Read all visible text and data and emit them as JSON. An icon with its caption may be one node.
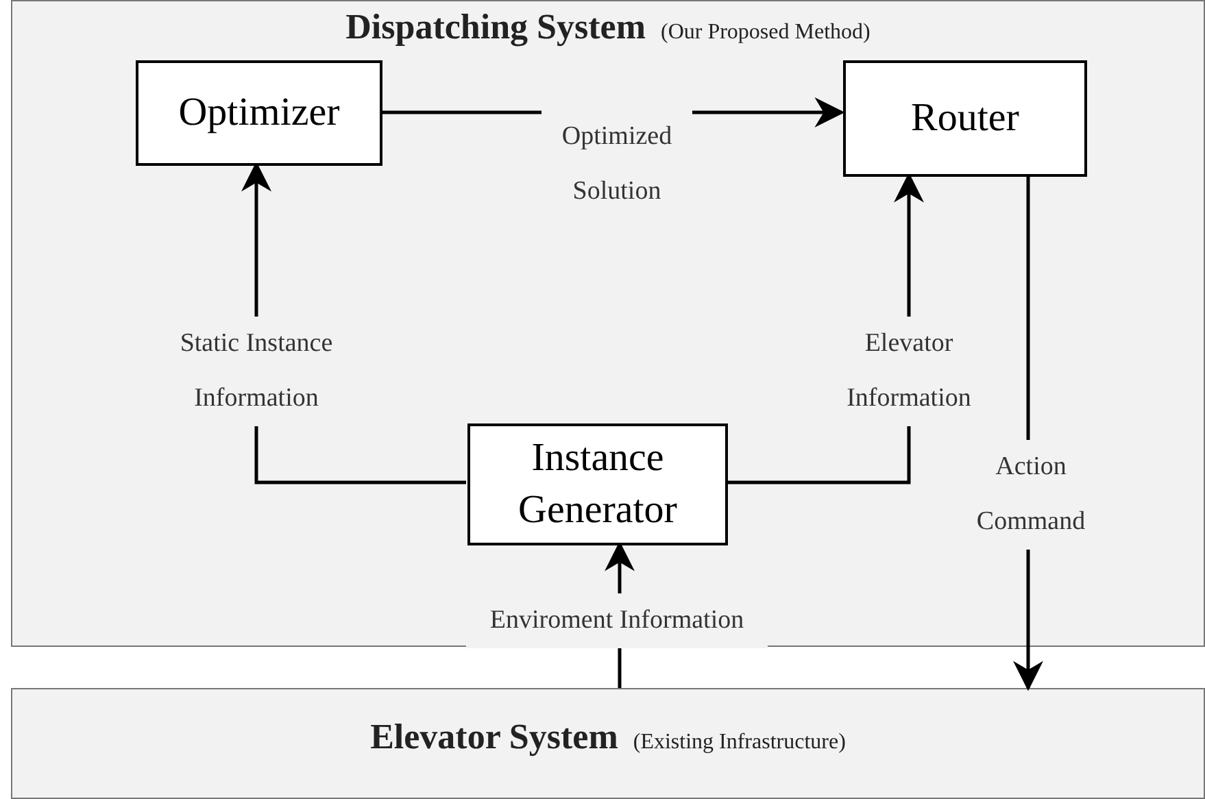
{
  "diagram": {
    "nodes": [
      {
        "text": [
          "**Dispatching System** (Our Proposed Method)"
        ]
      },
      {
        "text": [
          "Optimizer"
        ],
        "in": 0
      },
      {
        "text": [
          "Router"
        ],
        "in": 0
      },
      {
        "text": [
          "Instance Generator"
        ],
        "in": 0
      },
      {
        "text": [
          "**Elevator System** (Existing Infrastructure)"
        ]
      }
    ],
    "edges": [
      {
        "from": 1,
        "to": 2,
        "arrow": "to",
        "label": "Optimized Solution"
      },
      {
        "from": 3,
        "to": 1,
        "arrow": "to",
        "label": "Static Instance Information"
      },
      {
        "from": 3,
        "to": 2,
        "arrow": "to",
        "label": "Elevator Information"
      },
      {
        "from": 2,
        "to": 4,
        "arrow": "to",
        "label": "Action Command"
      },
      {
        "from": 4,
        "to": 3,
        "arrow": "to",
        "label": "Enviroment Information"
      }
    ]
  }
}
